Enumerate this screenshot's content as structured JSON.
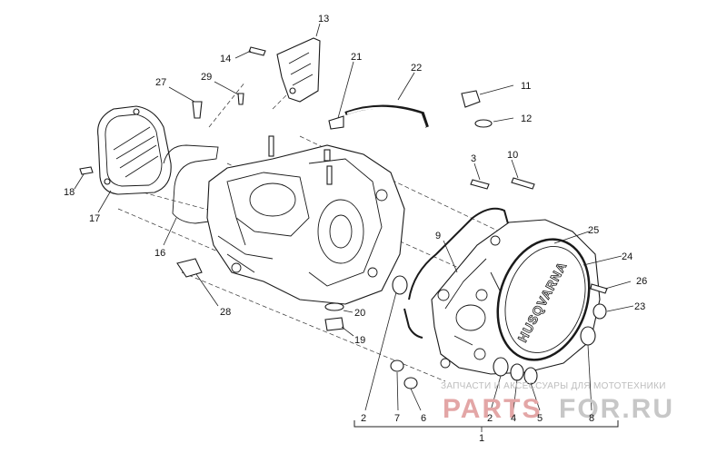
{
  "brand_text": "HUSQVARNA",
  "watermark": {
    "line1": "ЗАПЧАСТИ И АКСЕССУАРЫ ДЛЯ МОТОТЕХНИКИ",
    "part_a": "PARTS",
    "part_b": "FOR.RU"
  },
  "callouts": [
    {
      "id": "c13",
      "label": "13"
    },
    {
      "id": "c14",
      "label": "14"
    },
    {
      "id": "c21",
      "label": "21"
    },
    {
      "id": "c22",
      "label": "22"
    },
    {
      "id": "c27",
      "label": "27"
    },
    {
      "id": "c29",
      "label": "29"
    },
    {
      "id": "c11",
      "label": "11"
    },
    {
      "id": "c12",
      "label": "12"
    },
    {
      "id": "c3",
      "label": "3"
    },
    {
      "id": "c10",
      "label": "10"
    },
    {
      "id": "c18",
      "label": "18"
    },
    {
      "id": "c17",
      "label": "17"
    },
    {
      "id": "c16",
      "label": "16"
    },
    {
      "id": "c9",
      "label": "9"
    },
    {
      "id": "c25",
      "label": "25"
    },
    {
      "id": "c24",
      "label": "24"
    },
    {
      "id": "c26",
      "label": "26"
    },
    {
      "id": "c23",
      "label": "23"
    },
    {
      "id": "c28",
      "label": "28"
    },
    {
      "id": "c20",
      "label": "20"
    },
    {
      "id": "c19",
      "label": "19"
    },
    {
      "id": "c2a",
      "label": "2"
    },
    {
      "id": "c7",
      "label": "7"
    },
    {
      "id": "c6",
      "label": "6"
    },
    {
      "id": "c2b",
      "label": "2"
    },
    {
      "id": "c4",
      "label": "4"
    },
    {
      "id": "c5",
      "label": "5"
    },
    {
      "id": "c8",
      "label": "8"
    },
    {
      "id": "c1",
      "label": "1"
    }
  ]
}
